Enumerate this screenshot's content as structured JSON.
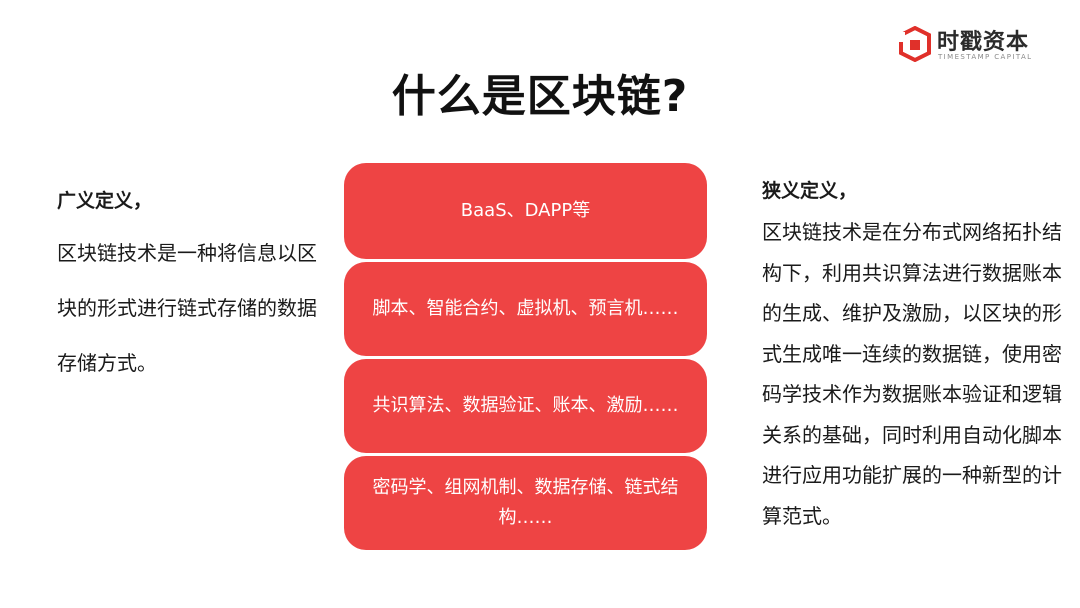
{
  "logo": {
    "cn": "时戳资本",
    "en": "TIMESTAMP CAPITAL",
    "color": "#e0302a"
  },
  "title": "什么是区块链?",
  "left": {
    "heading": "广义定义，",
    "body": "区块链技术是一种将信息以区块的形式进行链式存储的数据存储方式。"
  },
  "right": {
    "heading": "狭义定义，",
    "body": "区块链技术是在分布式网络拓扑结构下，利用共识算法进行数据账本的生成、维护及激励，以区块的形式生成唯一连续的数据链，使用密码学技术作为数据账本验证和逻辑关系的基础，同时利用自动化脚本进行应用功能扩展的一种新型的计算范式。"
  },
  "stack": {
    "color": "#ee4444",
    "layers": [
      "BaaS、DAPP等",
      "脚本、智能合约、虚拟机、预言机……",
      "共识算法、数据验证、账本、激励……",
      "密码学、组网机制、数据存储、链式结构……"
    ]
  }
}
